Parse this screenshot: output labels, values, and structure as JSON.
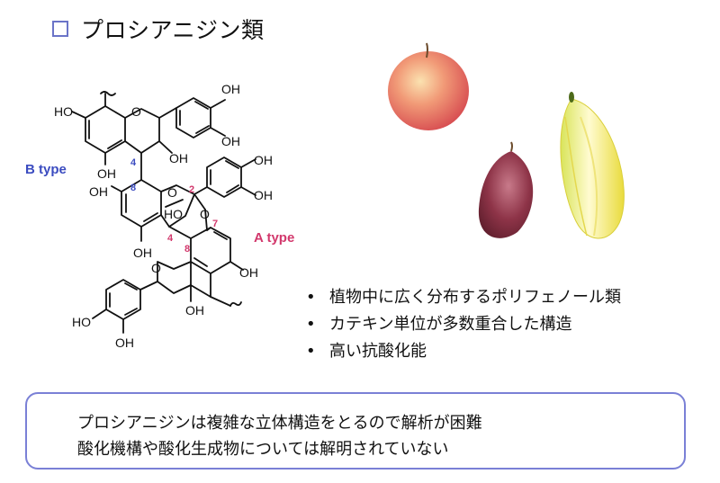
{
  "slide": {
    "title": "プロシアニジン類"
  },
  "structure": {
    "labels": {
      "b_type": "B type",
      "a_type": "A type",
      "oh": "OH",
      "ho": "HO",
      "o": "O",
      "ring_positions": {
        "b_upper": "4",
        "b_lower": "8",
        "a_two": "2",
        "a_seven": "7",
        "a_four": "4",
        "a_eight": "8"
      }
    },
    "colors": {
      "b_type": "#3b4cc0",
      "a_type": "#d2386c"
    }
  },
  "images": {
    "apple": "apple-illustration",
    "cacao_small": "cacao-pod-dark-illustration",
    "cacao_large": "cacao-pod-yellow-illustration"
  },
  "bullets": [
    "植物中に広く分布するポリフェノール類",
    "カテキン単位が多数重合した構造",
    "高い抗酸化能"
  ],
  "note": {
    "line1": "プロシアニジンは複雑な立体構造をとるので解析が困難",
    "line2": "酸化機構や酸化生成物については解明されていない"
  }
}
